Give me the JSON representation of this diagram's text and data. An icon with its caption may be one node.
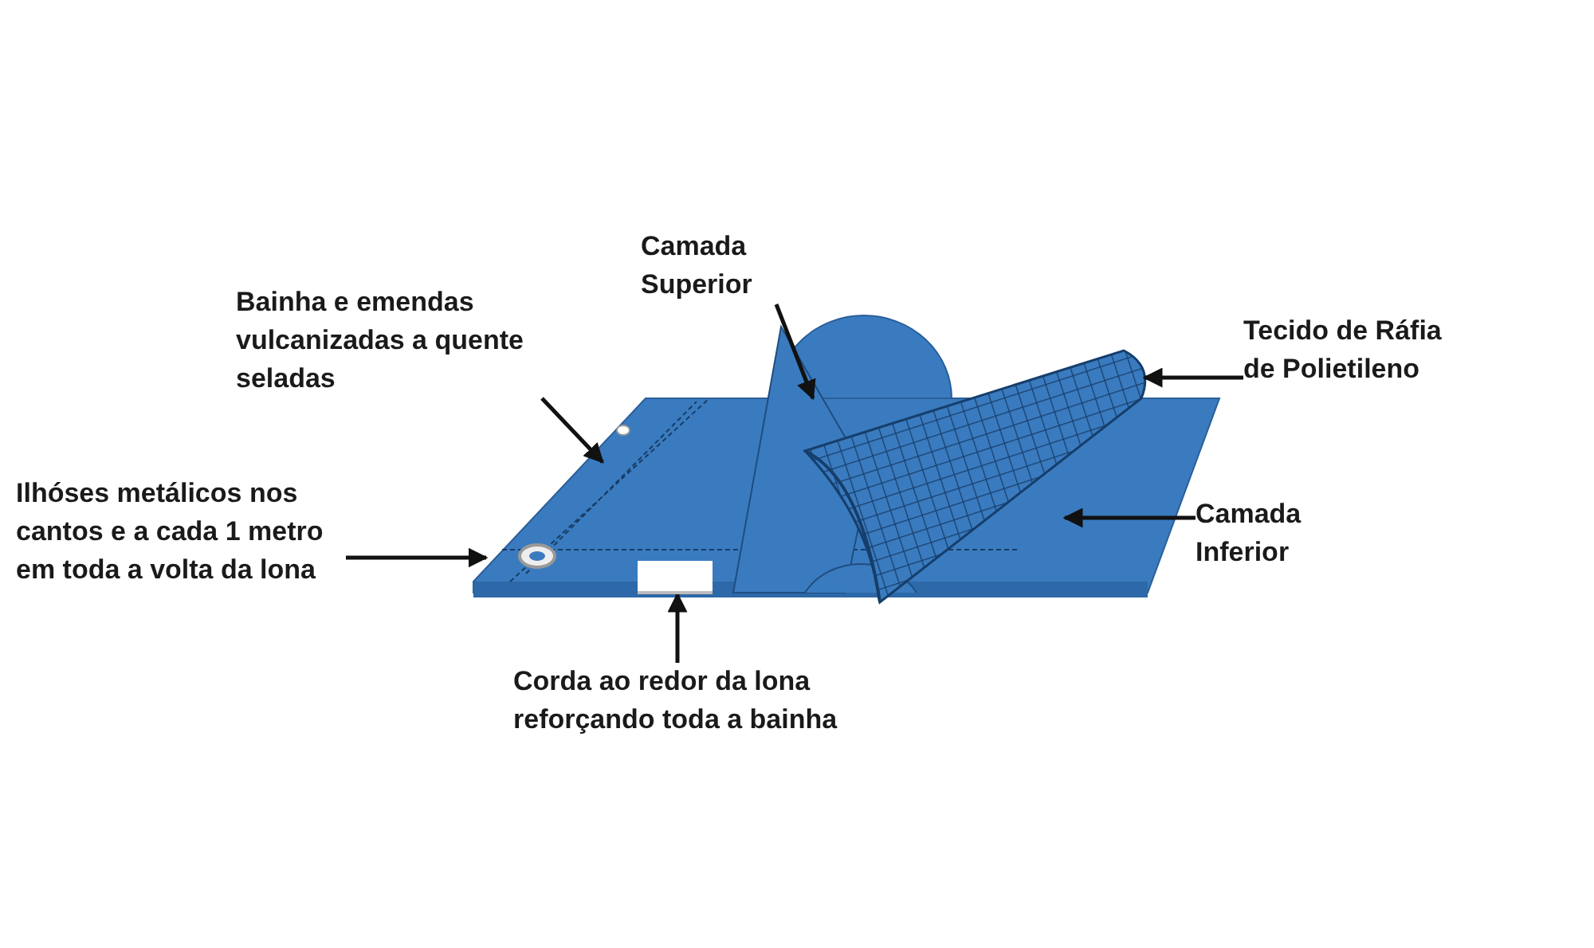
{
  "diagram": {
    "nodes": [
      {
        "text": [
          "Camada Superior"
        ]
      },
      {
        "text": [
          "Bainha e emendas vulcanizadas a quente seladas"
        ]
      },
      {
        "text": [
          "Tecido de Ráfia de Polietileno"
        ]
      },
      {
        "text": [
          "Ilhóses metálicos nos cantos e a cada 1 metro em toda a volta da lona"
        ]
      },
      {
        "text": [
          "Camada Inferior"
        ]
      },
      {
        "text": [
          "Corda ao redor da lona reforçando toda a bainha"
        ]
      },
      {
        "text": [],
        "shape": "box"
      }
    ],
    "edges": [
      {
        "from": 0,
        "to": null,
        "arrow": "to"
      },
      {
        "from": 1,
        "to": null,
        "arrow": "to"
      },
      {
        "from": 2,
        "to": null,
        "arrow": "to"
      },
      {
        "from": 3,
        "to": null,
        "arrow": "to"
      },
      {
        "from": 4,
        "to": null,
        "arrow": "to"
      },
      {
        "from": 5,
        "to": 6,
        "arrow": "to"
      }
    ]
  }
}
